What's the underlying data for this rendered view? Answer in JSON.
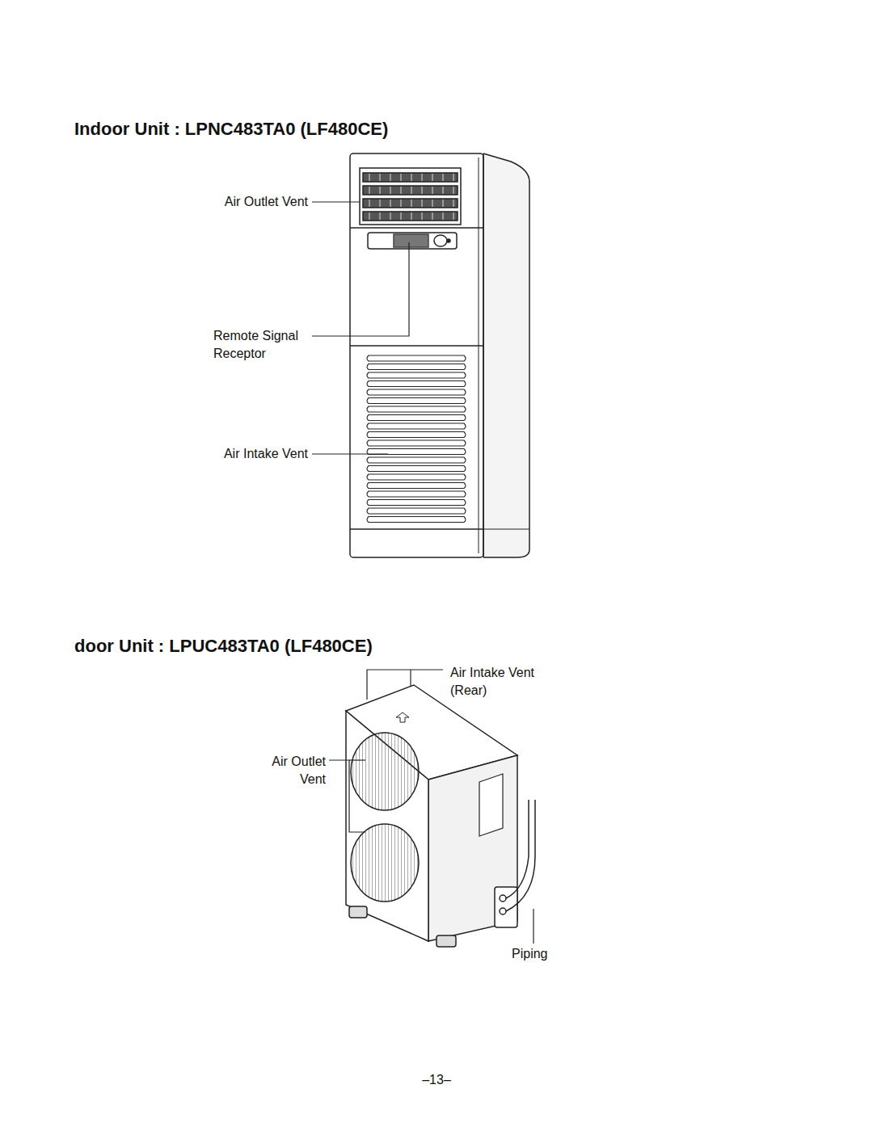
{
  "diagram": {
    "title": "Indoor Unit : LPNC483TA0 (LF480CE)",
    "labels": [
      "door Unit : LPUC483TA0 (LF480CE)",
      "Air Outlet Vent",
      "Remote Signal Receptor",
      "Air Intake Vent",
      "Air Intake Vent (Rear)",
      "Air Outlet Vent",
      "Piping",
      "–13–"
    ]
  }
}
